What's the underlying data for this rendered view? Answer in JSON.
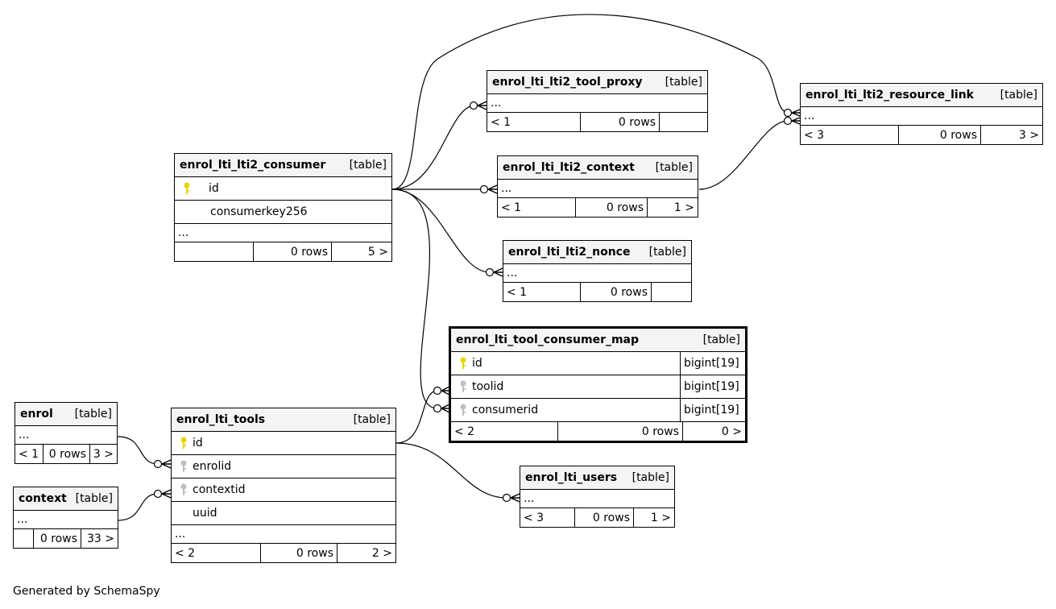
{
  "tag": "[table]",
  "footer_text": "Generated by SchemaSpy",
  "colors": {
    "pk_key": "#e6d600",
    "fk_key": "#bfbfbf",
    "header_bg": "#f4f4f4",
    "line": "#000000"
  },
  "tables": {
    "enrol_lti_lti2_tool_proxy": {
      "name": "enrol_lti_lti2_tool_proxy",
      "ellipsis": "...",
      "parents": "< 1",
      "rows": "0 rows",
      "children": ""
    },
    "enrol_lti_lti2_resource_link": {
      "name": "enrol_lti_lti2_resource_link",
      "ellipsis": "...",
      "parents": "< 3",
      "rows": "0 rows",
      "children": "3 >"
    },
    "enrol_lti_lti2_consumer": {
      "name": "enrol_lti_lti2_consumer",
      "col1": "id",
      "col1_icon": "primary-key-icon",
      "col2": "consumerkey256",
      "ellipsis": "...",
      "parents": "",
      "rows": "0 rows",
      "children": "5 >"
    },
    "enrol_lti_lti2_context": {
      "name": "enrol_lti_lti2_context",
      "ellipsis": "...",
      "parents": "< 1",
      "rows": "0 rows",
      "children": "1 >"
    },
    "enrol_lti_lti2_nonce": {
      "name": "enrol_lti_lti2_nonce",
      "ellipsis": "...",
      "parents": "< 1",
      "rows": "0 rows",
      "children": ""
    },
    "enrol_lti_tool_consumer_map": {
      "name": "enrol_lti_tool_consumer_map",
      "columns": [
        {
          "name": "id",
          "type": "bigint[19]",
          "icon": "primary-key-icon"
        },
        {
          "name": "toolid",
          "type": "bigint[19]",
          "icon": "foreign-key-icon"
        },
        {
          "name": "consumerid",
          "type": "bigint[19]",
          "icon": "foreign-key-icon"
        }
      ],
      "parents": "< 2",
      "rows": "0 rows",
      "children": "0 >"
    },
    "enrol": {
      "name": "enrol",
      "ellipsis": "...",
      "parents": "< 1",
      "rows": "0 rows",
      "children": "3 >"
    },
    "enrol_lti_tools": {
      "name": "enrol_lti_tools",
      "columns": [
        {
          "name": "id",
          "icon": "primary-key-icon"
        },
        {
          "name": "enrolid",
          "icon": "foreign-key-icon"
        },
        {
          "name": "contextid",
          "icon": "foreign-key-icon"
        },
        {
          "name": "uuid",
          "icon": ""
        }
      ],
      "ellipsis": "...",
      "parents": "< 2",
      "rows": "0 rows",
      "children": "2 >"
    },
    "context": {
      "name": "context",
      "ellipsis": "...",
      "parents": "",
      "rows": "0 rows",
      "children": "33 >"
    },
    "enrol_lti_users": {
      "name": "enrol_lti_users",
      "ellipsis": "...",
      "parents": "< 3",
      "rows": "0 rows",
      "children": "1 >"
    }
  }
}
